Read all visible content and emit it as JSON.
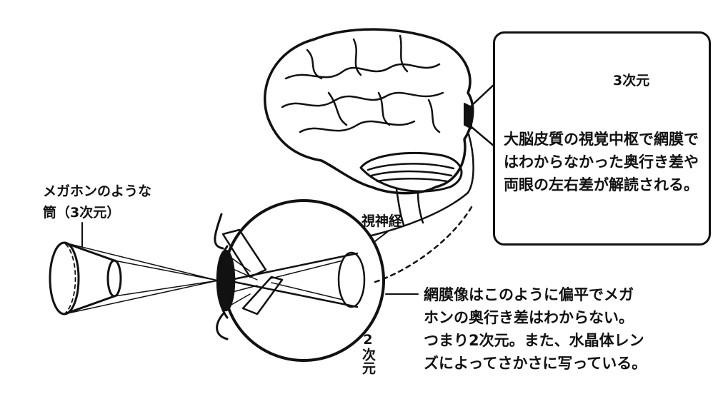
{
  "colors": {
    "ink": "#111111",
    "paper": "#ffffff"
  },
  "labels": {
    "megaphone_line1": "メガホンのような",
    "megaphone_line2": "筒（3次元）",
    "optic_nerve": "視神経",
    "two_dim": "2次元",
    "three_dim": "3次元"
  },
  "callout": {
    "line1": "大脳皮質の視覚中枢で網膜で",
    "line2": "はわからなかった奥行き差や",
    "line3": "両眼の左右差が解読される。"
  },
  "retina_text": {
    "line1": "網膜像はこのように偏平でメガ",
    "line2": "ホンの奥行き差はわからない。",
    "line3": "つまり2次元。また、水晶体レン",
    "line4": "ズによってさかさに写っている。"
  }
}
